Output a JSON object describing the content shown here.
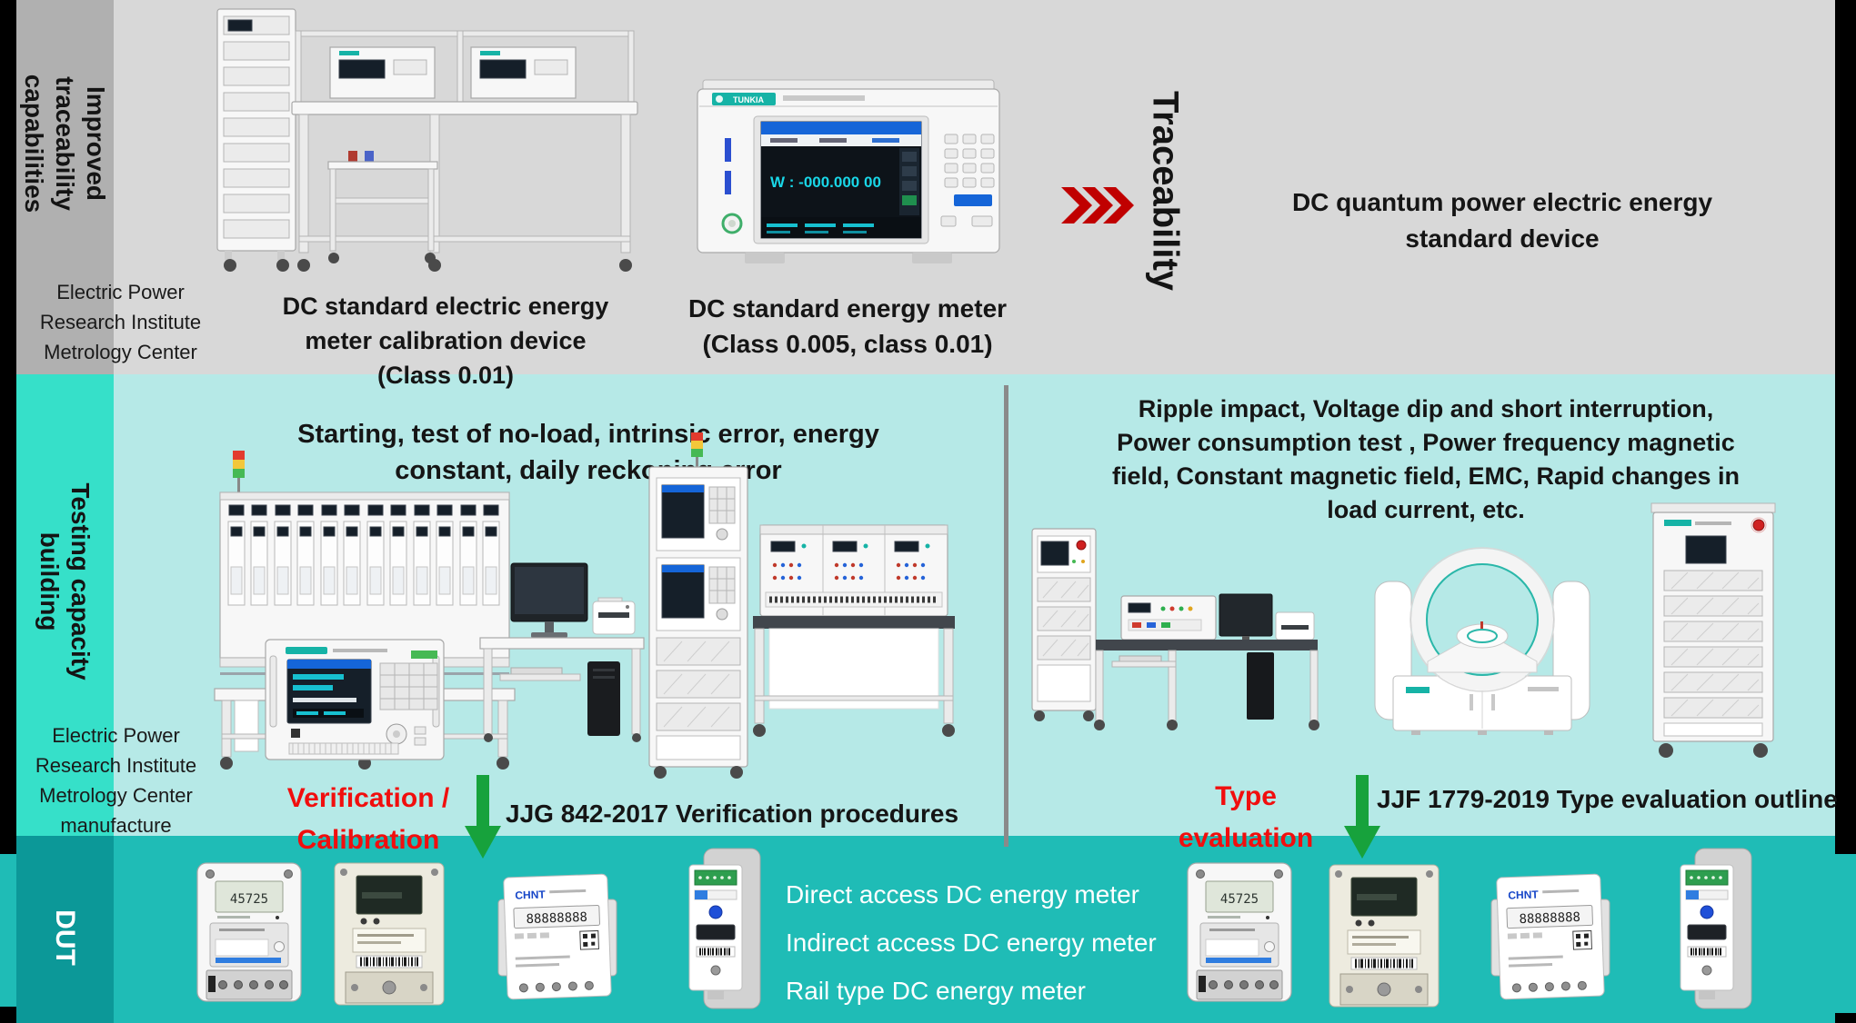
{
  "colors": {
    "top_bg": "#d8d8d8",
    "top_strip": "#b0b0b0",
    "mid_bg": "#b6e9e7",
    "mid_strip": "#36e0c9",
    "bottom_bg": "#1fbcb6",
    "bottom_strip": "#0c9898",
    "red_accent": "#f10e0e",
    "chevron_red": "#c00000",
    "arrow_green": "#17a23c",
    "divider_gray": "#8a8a8a"
  },
  "top_band": {
    "side_label": "Improved\ntraceability\ncapabilities",
    "org_label": "Electric Power\nResearch Institute\nMetrology Center",
    "calibration_caption": "DC standard electric energy\nmeter calibration device\n(Class 0.01)",
    "standard_meter_caption": "DC standard energy meter\n(Class 0.005, class 0.01)",
    "traceability_label": "Traceability",
    "quantum_caption": "DC quantum power electric energy\nstandard device"
  },
  "mid_band": {
    "side_label": "Testing capacity\nbuilding",
    "org_label": "Electric Power\nResearch Institute\nMetrology Center\nmanufacture",
    "left_caption": "Starting, test of no-load, intrinsic error,  energy\nconstant, daily reckoning error",
    "right_caption": "Ripple impact, Voltage dip and short interruption,\nPower consumption test , Power frequency magnetic\nfield, Constant magnetic field, EMC, Rapid changes in\nload current, etc.",
    "verification_label": "Verification /\nCalibration",
    "jjg_label": "JJG 842-2017 Verification procedures",
    "type_evaluation_label": "Type\nevaluation",
    "jjf_label": "JJF 1779-2019 Type evaluation outline"
  },
  "bottom_band": {
    "side_label": "DUT",
    "meter_types": [
      "Direct access DC energy meter",
      "Indirect access DC energy meter",
      "Rail type DC energy meter"
    ]
  },
  "devices": {
    "standard_meter_brand": "TUNKIA",
    "standard_meter_display": "W : -000.000 00",
    "standard_meter_unit": "W",
    "lcd_meter_display": "45725",
    "rail_meter_brand": "CHNT",
    "rail_meter_register": "88888888"
  }
}
